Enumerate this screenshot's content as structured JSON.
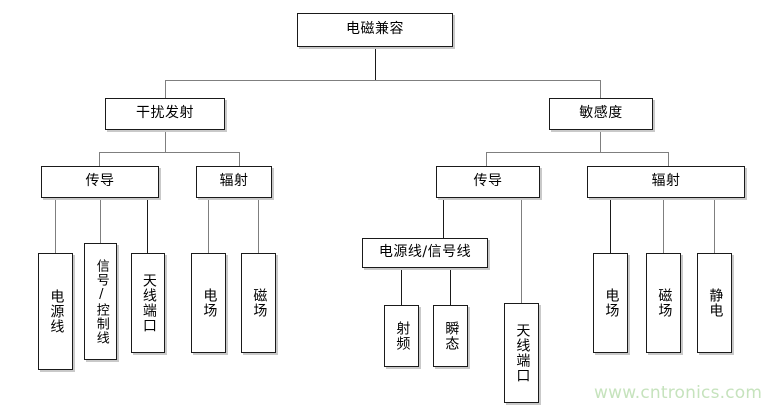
{
  "diagram": {
    "title": "电磁兼容",
    "type": "tree",
    "root": {
      "label": "电磁兼容"
    },
    "level2": [
      {
        "label": "干扰发射"
      },
      {
        "label": "敏感度"
      }
    ],
    "level3": [
      {
        "label": "传导",
        "parent": "干扰发射"
      },
      {
        "label": "辐射",
        "parent": "干扰发射"
      },
      {
        "label": "传导",
        "parent": "敏感度"
      },
      {
        "label": "辐射",
        "parent": "敏感度"
      }
    ],
    "emission_conducted_leaves": [
      {
        "label": "电源线"
      },
      {
        "label": "信号/控制线"
      },
      {
        "label": "天线端口"
      }
    ],
    "emission_radiated_leaves": [
      {
        "label": "电场"
      },
      {
        "label": "磁场"
      }
    ],
    "susceptibility_conducted": {
      "group_label": "电源线/信号线",
      "group_children": [
        {
          "label": "射频"
        },
        {
          "label": "瞬态"
        }
      ],
      "direct_child": {
        "label": "天线端口"
      }
    },
    "susceptibility_radiated_leaves": [
      {
        "label": "电场"
      },
      {
        "label": "磁场"
      },
      {
        "label": "静电"
      }
    ]
  },
  "watermark": {
    "text": "www.cntronics.com",
    "color": "#c6e3bd"
  },
  "colors": {
    "box_border": "#1a1a1a",
    "box_shadow": "#c9c9c9",
    "connector": "#7f7f7f",
    "connector_dark": "#1a1a1a",
    "background": "#ffffff",
    "text": "#000000"
  }
}
